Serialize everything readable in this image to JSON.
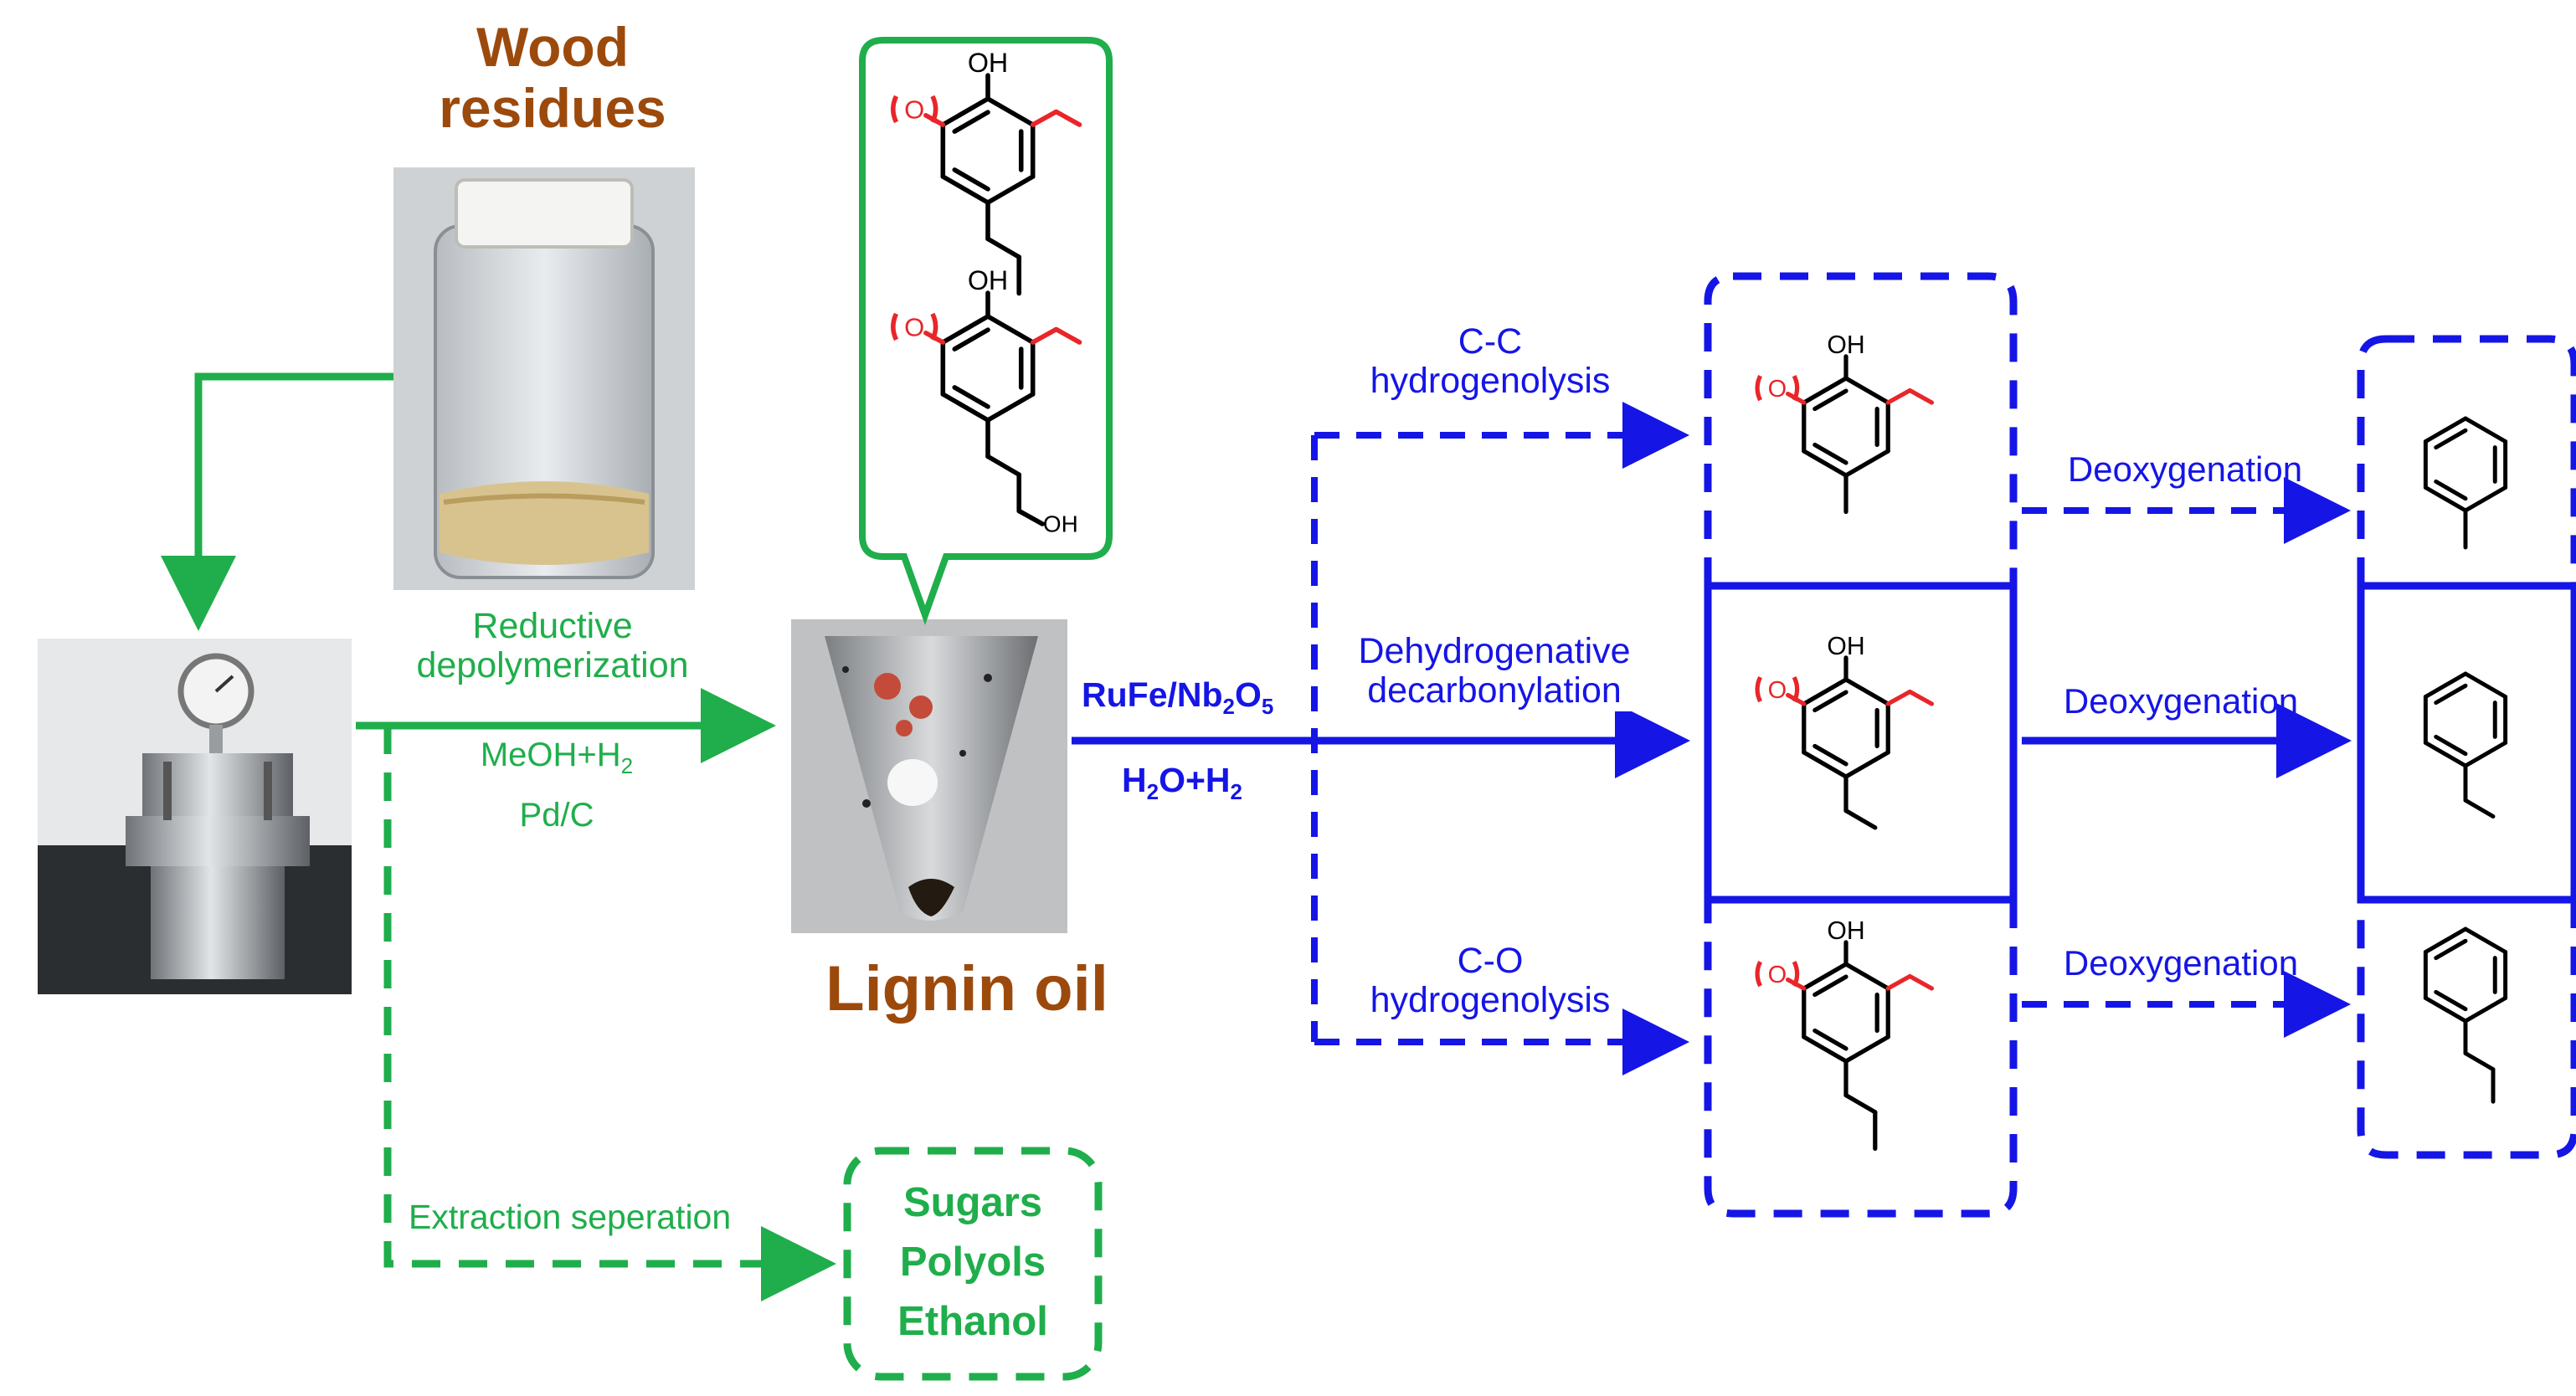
{
  "labels": {
    "wood_residues": [
      "Wood",
      "residues"
    ],
    "reductive_depolymerization": [
      "Reductive",
      "depolymerization"
    ],
    "meoh_h2": {
      "main": "MeOH+H",
      "sub": "2"
    },
    "pd_c": "Pd/C",
    "lignin_oil": "Lignin oil",
    "extraction": "Extraction seperation",
    "products_side": [
      "Sugars",
      "Polyols",
      "Ethanol"
    ],
    "catalyst": {
      "p1": "RuFe/Nb",
      "s1": "2",
      "p2": "O",
      "s2": "5"
    },
    "conditions": {
      "p1": "H",
      "s1": "2",
      "p2": "O+H",
      "s2": "2"
    },
    "cc": [
      "C-C",
      "hydrogenolysis"
    ],
    "dehydro": [
      "Dehydrogenative",
      "decarbonylation"
    ],
    "co": [
      "C-O",
      "hydrogenolysis"
    ],
    "deoxygenation": "Deoxygenation"
  },
  "chem_text": {
    "oh": "OH",
    "o": "O"
  },
  "colors": {
    "green": "#1fae4b",
    "blue": "#1515e6",
    "brown": "#9c4a0c",
    "red": "#e8262a"
  }
}
